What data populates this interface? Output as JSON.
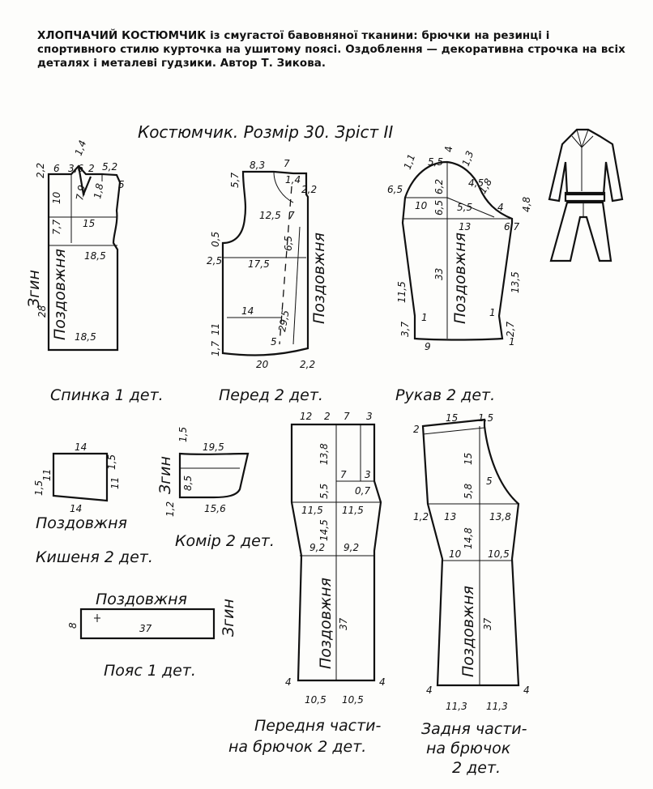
{
  "header": {
    "title": "ХЛОПЧАЧИЙ КОСТЮМЧИК",
    "text": " із смугастої бавовняної тканини: брючки на резинці і спортивного стилю курточка на ушитому поясі. Оздоблення — декоративна строчка на всіх деталях і металеві гудзики. Автор Т. Зикова."
  },
  "subtitle": "Костюмчик. Розмір 30. Зріст II",
  "pieces": {
    "back": {
      "label": "Спинка 1 дет.",
      "fold": "Згин",
      "grain": "Поздовжня",
      "dims": [
        "6",
        "3,6",
        "1,4",
        "2",
        "5,2",
        "2,2",
        "10",
        "7,9",
        "1,8",
        "5",
        "7,7",
        "15",
        "18,5",
        "28",
        "18,5"
      ]
    },
    "front": {
      "label": "Перед 2 дет.",
      "grain": "Поздовжня",
      "dims": [
        "8,3",
        "7",
        "5,7",
        "1,4",
        "2,2",
        "12,5",
        "7",
        "6,5",
        "0,5",
        "2,5",
        "17,5",
        "14",
        "29,5",
        "11",
        "1,7",
        "5",
        "20",
        "2,2"
      ]
    },
    "sleeve": {
      "label": "Рукав 2 дет.",
      "grain": "Поздовжня",
      "dims": [
        "4",
        "5,5",
        "1,3",
        "1,1",
        "6,2",
        "6,5",
        "4,5",
        "1,8",
        "10",
        "6,5",
        "5,5",
        "4",
        "4,8",
        "13",
        "6,7",
        "33",
        "11,5",
        "13,5",
        "3,7",
        "1",
        "1",
        "2,7",
        "9",
        "1"
      ]
    },
    "pocket": {
      "label": "Кишеня 2 дет.",
      "grain": "Поздовжня",
      "dims": [
        "14",
        "1,5",
        "1,5",
        "11",
        "11",
        "14"
      ]
    },
    "collar": {
      "label": "Комір 2 дет.",
      "fold": "Згин",
      "dims": [
        "1,5",
        "19,5",
        "8,5",
        "1,2",
        "15,6"
      ]
    },
    "belt": {
      "label": "Пояс 1 дет.",
      "grain": "Поздовжня",
      "fold": "Згин",
      "dims": [
        "8",
        "37"
      ]
    },
    "front_trousers": {
      "label_line1": "Передня части-",
      "label_line2": "на брючок 2 дет.",
      "grain": "Поздовжня",
      "dims": [
        "12",
        "2",
        "7",
        "3",
        "13,8",
        "7",
        "3",
        "5,5",
        "0,7",
        "11,5",
        "11,5",
        "14,5",
        "9,2",
        "9,2",
        "37",
        "4",
        "4",
        "10,5",
        "10,5"
      ]
    },
    "back_trousers": {
      "label_line1": "Задня части-",
      "label_line2": "на брючок",
      "label_line3": "2 дет.",
      "grain": "Поздовжня",
      "dims": [
        "2",
        "15",
        "1,5",
        "15",
        "5",
        "5,8",
        "1,2",
        "13",
        "13,8",
        "14,8",
        "10",
        "10,5",
        "37",
        "4",
        "4",
        "11,3",
        "11,3"
      ]
    }
  }
}
